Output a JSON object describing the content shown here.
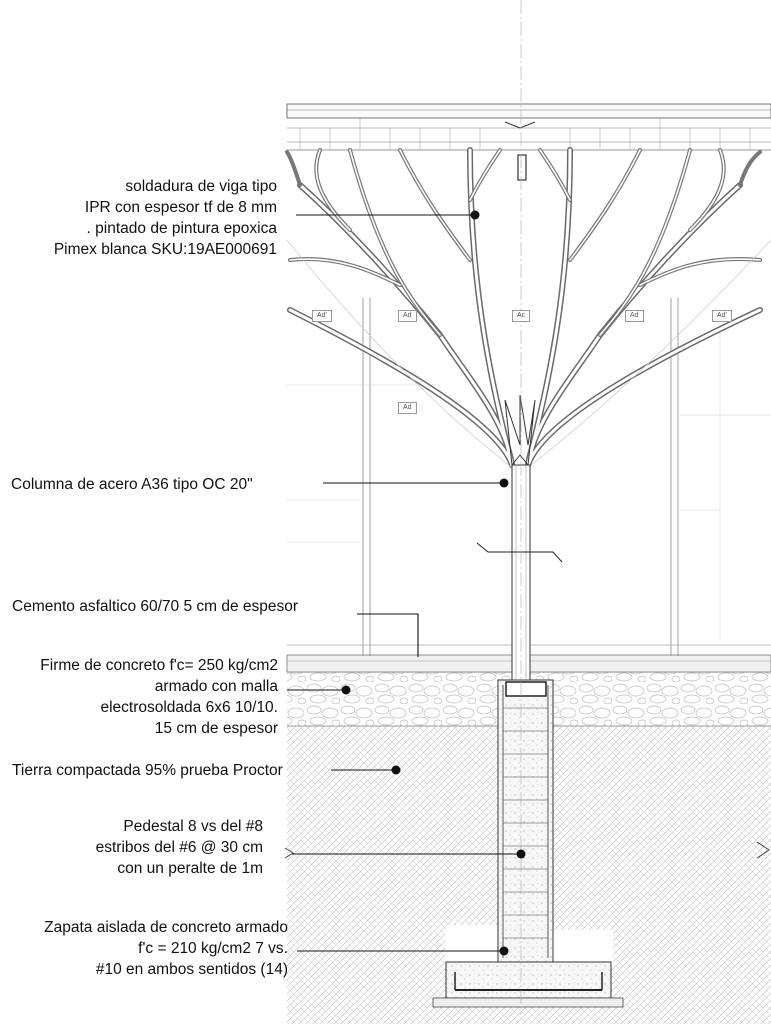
{
  "callouts": {
    "viga": [
      "soldadura de viga tipo",
      "IPR con espesor tf  de 8 mm",
      ". pintado de pintura epoxica",
      "Pimex blanca  SKU:19AE000691"
    ],
    "columna": "Columna de acero A36 tipo OC 20\"",
    "cemento": "Cemento asfaltico 60/70 5 cm de espesor",
    "firme": [
      "Firme de concreto f'c= 250 kg/cm2",
      "armado con malla",
      "electrosoldada 6x6 10/10.",
      "15 cm de espesor"
    ],
    "tierra": "Tierra compactada 95% prueba Proctor",
    "pedestal": [
      "Pedestal 8 vs del #8",
      "estribos del #6 @ 30 cm",
      "con un peralte de 1m"
    ],
    "zapata": [
      "Zapata aislada de concreto armado",
      "f'c = 210 kg/cm2 7 vs.",
      "#10 en ambos sentidos (14)"
    ]
  },
  "tags": {
    "ad_left": "Ad'",
    "ad_a": "Ad",
    "ac": "Ac",
    "ad_b": "Ad",
    "ad_right": "Ad'",
    "ad_lower": "Ad"
  }
}
